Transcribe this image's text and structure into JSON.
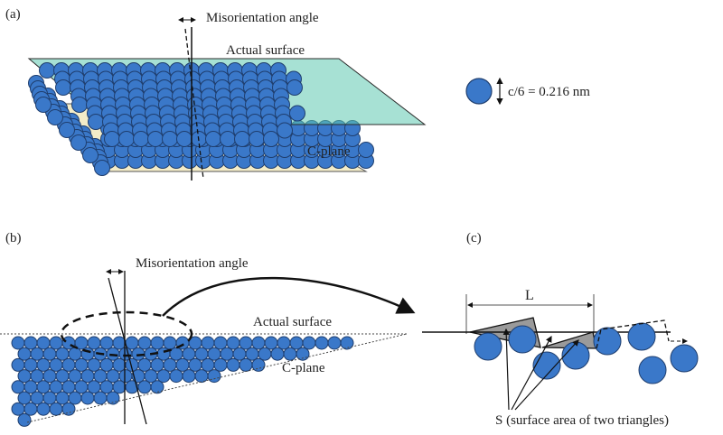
{
  "colors": {
    "atom_fill": "#3a78c9",
    "atom_stroke": "#1f3e6e",
    "surface_fill": "#5ec8b0",
    "cplane_fill": "#f3ecc8",
    "line": "#111111",
    "triangle_fill": "#9a9a9a"
  },
  "panel_a": {
    "label": "(a)",
    "misorientation_label": "Misorientation angle",
    "actual_surface_label": "Actual surface",
    "cplane_label": "C-plane",
    "scale_label": "c/6 = 0.216 nm"
  },
  "panel_b": {
    "label": "(b)",
    "misorientation_label": "Misorientation angle",
    "actual_surface_label": "Actual surface",
    "cplane_label": "C-plane"
  },
  "panel_c": {
    "label": "(c)",
    "length_label": "L",
    "area_label": "S (surface area of two triangles)"
  }
}
